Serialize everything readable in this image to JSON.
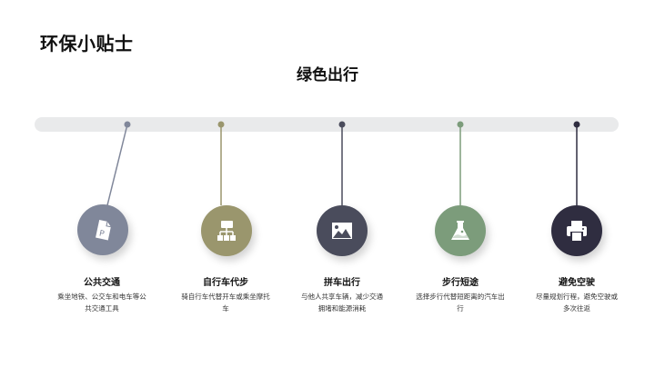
{
  "header": {
    "title": "环保小贴士",
    "subtitle": "绿色出行"
  },
  "timeline": {
    "track_color": "#e9eaeb",
    "items": [
      {
        "title": "公共交通",
        "description": "乘坐地铁、公交车和电车等公共交通工具",
        "icon": "document-p-icon",
        "color": "#80879a"
      },
      {
        "title": "自行车代步",
        "description": "骑自行车代替开车或乘坐摩托车",
        "icon": "sitemap-icon",
        "color": "#9a966d"
      },
      {
        "title": "拼车出行",
        "description": "与他人共享车辆，减少交通拥堵和能源消耗",
        "icon": "image-icon",
        "color": "#4a4c5c"
      },
      {
        "title": "步行短途",
        "description": "选择步行代替短距离的汽车出行",
        "icon": "flask-icon",
        "color": "#7c9c7b"
      },
      {
        "title": "避免空驶",
        "description": "尽量规划行程，避免空驶或多次往返",
        "icon": "printer-icon",
        "color": "#2f2d40"
      }
    ]
  }
}
